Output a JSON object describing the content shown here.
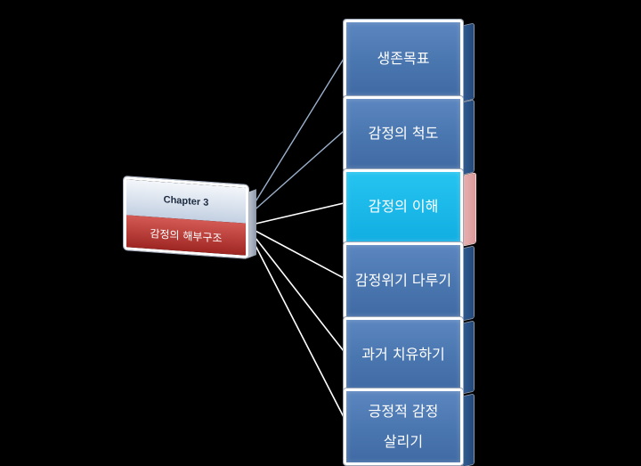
{
  "chapter": {
    "number_label": "Chapter 3",
    "title": "감정의 해부구조"
  },
  "nodes": [
    {
      "label": "생존목표",
      "active": false
    },
    {
      "label": "감정의 척도",
      "active": false
    },
    {
      "label": "감정의 이해",
      "active": true
    },
    {
      "label": "감정위기 다루기",
      "active": false
    },
    {
      "label": "과거 치유하기",
      "active": false
    },
    {
      "label": "긍정적 감정 살리기",
      "active": false
    }
  ],
  "colors": {
    "background": "#000000",
    "node_fill": "#4a76b0",
    "node_active_fill": "#11aee2",
    "chapter_bottom": "#b83a35",
    "connector": "#ffffff"
  }
}
